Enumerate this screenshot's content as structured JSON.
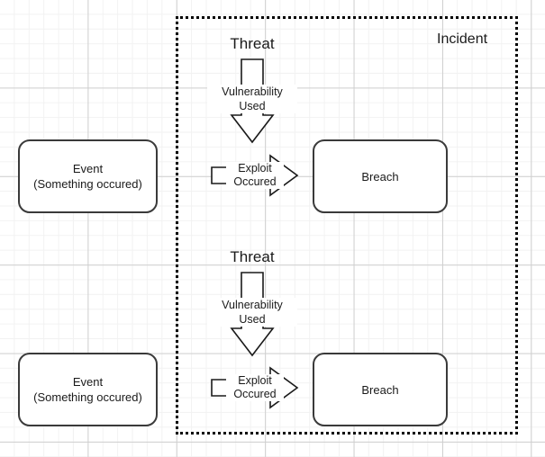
{
  "diagram": {
    "title_label": "Incident",
    "background": {
      "grid": true,
      "minor_grid_color": "#f2f2f2",
      "major_grid_color": "#cfcfcf"
    },
    "group": {
      "name": "incident-group",
      "label": "Incident",
      "border_style": "dotted",
      "border_color": "#000000"
    },
    "rows": [
      {
        "event": {
          "line1": "Event",
          "line2": "(Something occured)"
        },
        "threat": "Threat",
        "vulnerability": {
          "line1": "Vulnerability",
          "line2": "Used"
        },
        "exploit": {
          "line1": "Exploit",
          "line2": "Occured"
        },
        "breach": "Breach"
      },
      {
        "event": {
          "line1": "Event",
          "line2": "(Something occured)"
        },
        "threat": "Threat",
        "vulnerability": {
          "line1": "Vulnerability",
          "line2": "Used"
        },
        "exploit": {
          "line1": "Exploit",
          "line2": "Occured"
        },
        "breach": "Breach"
      }
    ],
    "colors": {
      "node_border": "#3a3a3a",
      "node_fill": "#ffffff",
      "arrow_stroke": "#1a1a1a",
      "text": "#1a1a1a"
    }
  }
}
